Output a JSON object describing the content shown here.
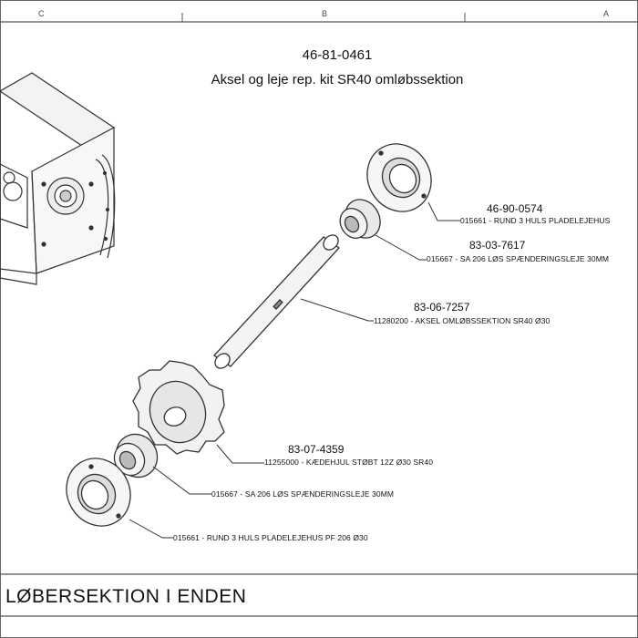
{
  "zones": [
    "C",
    "B",
    "A"
  ],
  "kit": {
    "number": "46-81-0461",
    "title": "Aksel og leje rep. kit SR40 omløbssektion"
  },
  "parts": [
    {
      "number": "46-90-0574",
      "description": "015661 - RUND 3 HULS PLADELEJEHUS"
    },
    {
      "number": "83-03-7617",
      "description": "015667 - SA 206 LØS SPÆNDERINGSLEJE 30MM"
    },
    {
      "number": "83-06-7257",
      "description": "11280200 - AKSEL OMLØBSSEKTION SR40 Ø30"
    },
    {
      "number": "83-07-4359",
      "description": "11255000 - KÆDEHJUL STØBT 12Z Ø30 SR40"
    },
    {
      "number": "",
      "description": "015667 - SA 206 LØS SPÆNDERINGSLEJE 30MM"
    },
    {
      "number": "",
      "description": "015661 - RUND 3 HULS PLADELEJEHUS PF 206 Ø30"
    }
  ],
  "footer": "LØBERSEKTION I ENDEN",
  "colors": {
    "line": "#333333",
    "frame": "#555555",
    "paper": "#ffffff"
  }
}
